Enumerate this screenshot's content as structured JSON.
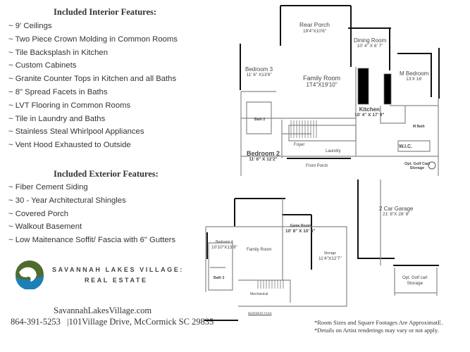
{
  "interior": {
    "title": "Included Interior Features:",
    "items": [
      "~ 9'  Ceilings",
      "~ Two Piece Crown Molding in Common Rooms",
      "~ Tile Backsplash in Kitchen",
      "~ Custom Cabinets",
      "~ Granite Counter Tops in Kitchen and all Baths",
      "~ 8\" Spread Facets in Baths",
      "~ LVT Flooring in Common Rooms",
      "~ Tile in Laundry and Baths",
      "~ Stainless Steal Whirlpool Appliances",
      "~ Vent Hood Exhausted to Outside"
    ]
  },
  "exterior": {
    "title": "Included  Exterior Features:",
    "items": [
      "~ Fiber Cement Siding",
      "~ 30 - Year Architectural Shingles",
      "~ Covered Porch",
      "~ Walkout Basement",
      "~ Low Maitenance Soffit/ Fascia with 6\" Gutters"
    ]
  },
  "logo": {
    "line1": "SAVANNAH LAKES VILLAGE:",
    "line2": "REAL ESTATE",
    "colors": {
      "green": "#4f6b2e",
      "blue": "#1d7fb8"
    }
  },
  "contact": {
    "website": "SavannahLakesVillage.com",
    "phone": "864-391-5253",
    "address": "|101Village Drive, McCormick  SC 29835"
  },
  "plan": {
    "rooms": [
      {
        "name": "Rear Porch",
        "size": "19'4\"X10'6\""
      },
      {
        "name": "Dining Room",
        "size": "10' 4\" X 6' 7\""
      },
      {
        "name": "Bedroom 3",
        "size": "11' 6\" X13'6\""
      },
      {
        "name": "Family Room",
        "size": "1T4\"X19'10\""
      },
      {
        "name": "M Bedroom",
        "size": "13'X 16'"
      },
      {
        "name": "Kitchen",
        "size": "10' 4\" X 17' 9\""
      },
      {
        "name": "Bath 2",
        "size": ""
      },
      {
        "name": "M Bath",
        "size": ""
      },
      {
        "name": "W.I.C.",
        "size": ""
      },
      {
        "name": "Foyer",
        "size": ""
      },
      {
        "name": "Laundry",
        "size": ""
      },
      {
        "name": "Bedroom 2",
        "size": "11' 6\" X 12'2\""
      },
      {
        "name": "Front Porch",
        "size": ""
      },
      {
        "name": "Opt. Golf Cart Storage",
        "size": ""
      },
      {
        "name": "2 Car Garage",
        "size": "21' 8\"X 28' 8\""
      },
      {
        "name": "Game Room",
        "size": "10' 8\" X 10' 3\""
      },
      {
        "name": "Bedroom 4",
        "size": "10'10\"X13'9\""
      },
      {
        "name": "Family Room",
        "size": ""
      },
      {
        "name": "Storage",
        "size": "11'4\"X12'7\""
      },
      {
        "name": "Bath 3",
        "size": ""
      },
      {
        "name": "Mechanical",
        "size": ""
      },
      {
        "name": "Opt. Golf cart",
        "size": "Storage"
      }
    ],
    "basement_label": "BASEMENT PLAN"
  },
  "notes": [
    "*Room Sizes and Square Footages Are ApproximatE.",
    "*Details on Artist renderings may vary or not apply."
  ]
}
